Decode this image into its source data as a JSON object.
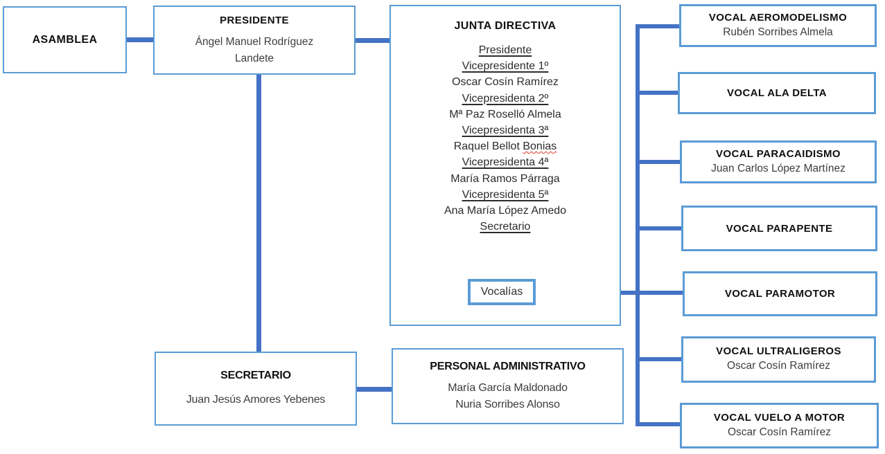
{
  "palette": {
    "box_border": "#5b9bd5",
    "connector_line": "#4472c4",
    "title_text": "#101010",
    "name_text": "#3d3d3d",
    "misspelling_underline": "#de3723"
  },
  "asamblea": {
    "title": "ASAMBLEA"
  },
  "presidente": {
    "title": "PRESIDENTE",
    "name": "Ángel Manuel Rodríguez Landete"
  },
  "junta_directiva": {
    "title": "JUNTA DIRECTIVA",
    "roster": [
      {
        "text": "Presidente",
        "underline": true
      },
      {
        "text": "Vicepresidente 1º",
        "underline": true
      },
      {
        "text": "Oscar Cosín Ramírez",
        "underline": false
      },
      {
        "text": "Vicepresidenta 2º",
        "underline": true
      },
      {
        "text": "Mª Paz Roselló Almela",
        "underline": false
      },
      {
        "text": "Vicepresidenta 3ª",
        "underline": true
      },
      {
        "text": "Raquel Bellot ",
        "underline": false,
        "wavy_word": "Bonias"
      },
      {
        "text": "Vicepresidenta 4ª",
        "underline": true
      },
      {
        "text": "María Ramos Párraga",
        "underline": false
      },
      {
        "text": "Vicepresidenta 5ª",
        "underline": true
      },
      {
        "text": "Ana María López Amedo",
        "underline": false
      },
      {
        "text": "Secretario",
        "underline": true
      }
    ],
    "vocalias_label": "Vocalías"
  },
  "secretario": {
    "title": "SECRETARIO",
    "name": "Juan Jesús Amores Yebenes"
  },
  "personal_administrativo": {
    "title": "PERSONAL ADMINISTRATIVO",
    "names": [
      "María García Maldonado",
      "Nuria Sorribes Alonso"
    ]
  },
  "vocales": [
    {
      "title": "VOCAL AEROMODELISMO",
      "name": "Rubén Sorribes Almela"
    },
    {
      "title": "VOCAL ALA DELTA",
      "name": ""
    },
    {
      "title": "VOCAL PARACAIDISMO",
      "name": "Juan Carlos López Martínez"
    },
    {
      "title": "VOCAL PARAPENTE",
      "name": ""
    },
    {
      "title": "VOCAL PARAMOTOR",
      "name": ""
    },
    {
      "title": "VOCAL ULTRALIGEROS",
      "name": "Oscar Cosín Ramírez"
    },
    {
      "title": "VOCAL VUELO A MOTOR",
      "name": "Oscar Cosín Ramírez"
    }
  ]
}
